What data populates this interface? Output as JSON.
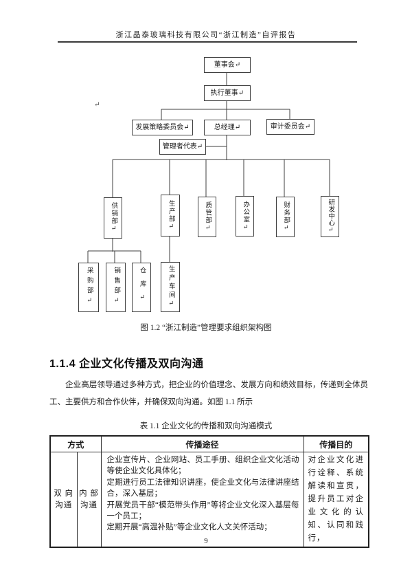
{
  "page": {
    "header_title": "浙江晶泰玻璃科技有限公司“浙江制造”自评报告",
    "page_number": "9"
  },
  "org_chart": {
    "caption": "图 1.2 “浙江制造”管理要求组织架构图",
    "margin_mark": "↵",
    "nodes": {
      "board": "董事会↵",
      "executive_director": "执行董事↵",
      "dev_strategy_committee": "发展策略委员会↵",
      "general_manager": "总经理↵",
      "audit_committee": "审计委员会↵",
      "management_rep": "管理者代表↵",
      "supply_sales_dept": "供销部↵",
      "production_dept": "生产部↵",
      "quality_dept": "质管部↵",
      "office": "办公室↵",
      "finance_dept": "财务部↵",
      "rd_center": "研发中心↵",
      "purchasing_dept": "采购部↵",
      "sales_dept": "销售部↵",
      "warehouse": "仓库↵",
      "workshop": "生产车间↵"
    }
  },
  "section": {
    "heading": "1.1.4 企业文化传播及双向沟通",
    "paragraph": "企业高层领导通过多种方式，把企业的价值理念、发展方向和绩效目标，传递到全体员工、主要供方和合作伙伴，并确保双向沟通。如图 1.1 所示"
  },
  "table": {
    "caption": "表 1.1 企业文化的传播和双向沟通模式",
    "headers": {
      "method": "方式",
      "channel": "传播途径",
      "purpose": "传播目的"
    },
    "row": {
      "mode": "双 向\n沟通",
      "submode": "内 部\n沟通",
      "channels": [
        "企业宣传片、企业网站、员工手册、组织企业文化活动等使企业文化具体化；",
        "定期进行员工法律知识讲座，使企业文化与法律讲座结合，深入基层；",
        "开展党员干部“模范带头作用”等将企业文化深入基层每一个员工；",
        "定期开展“高温补贴”等企业文化人文关怀活动；"
      ],
      "purpose": "对企业文化进行诠释、系统解读和宣贯，提升员工对企业文化的认知、认同和践行，"
    }
  }
}
